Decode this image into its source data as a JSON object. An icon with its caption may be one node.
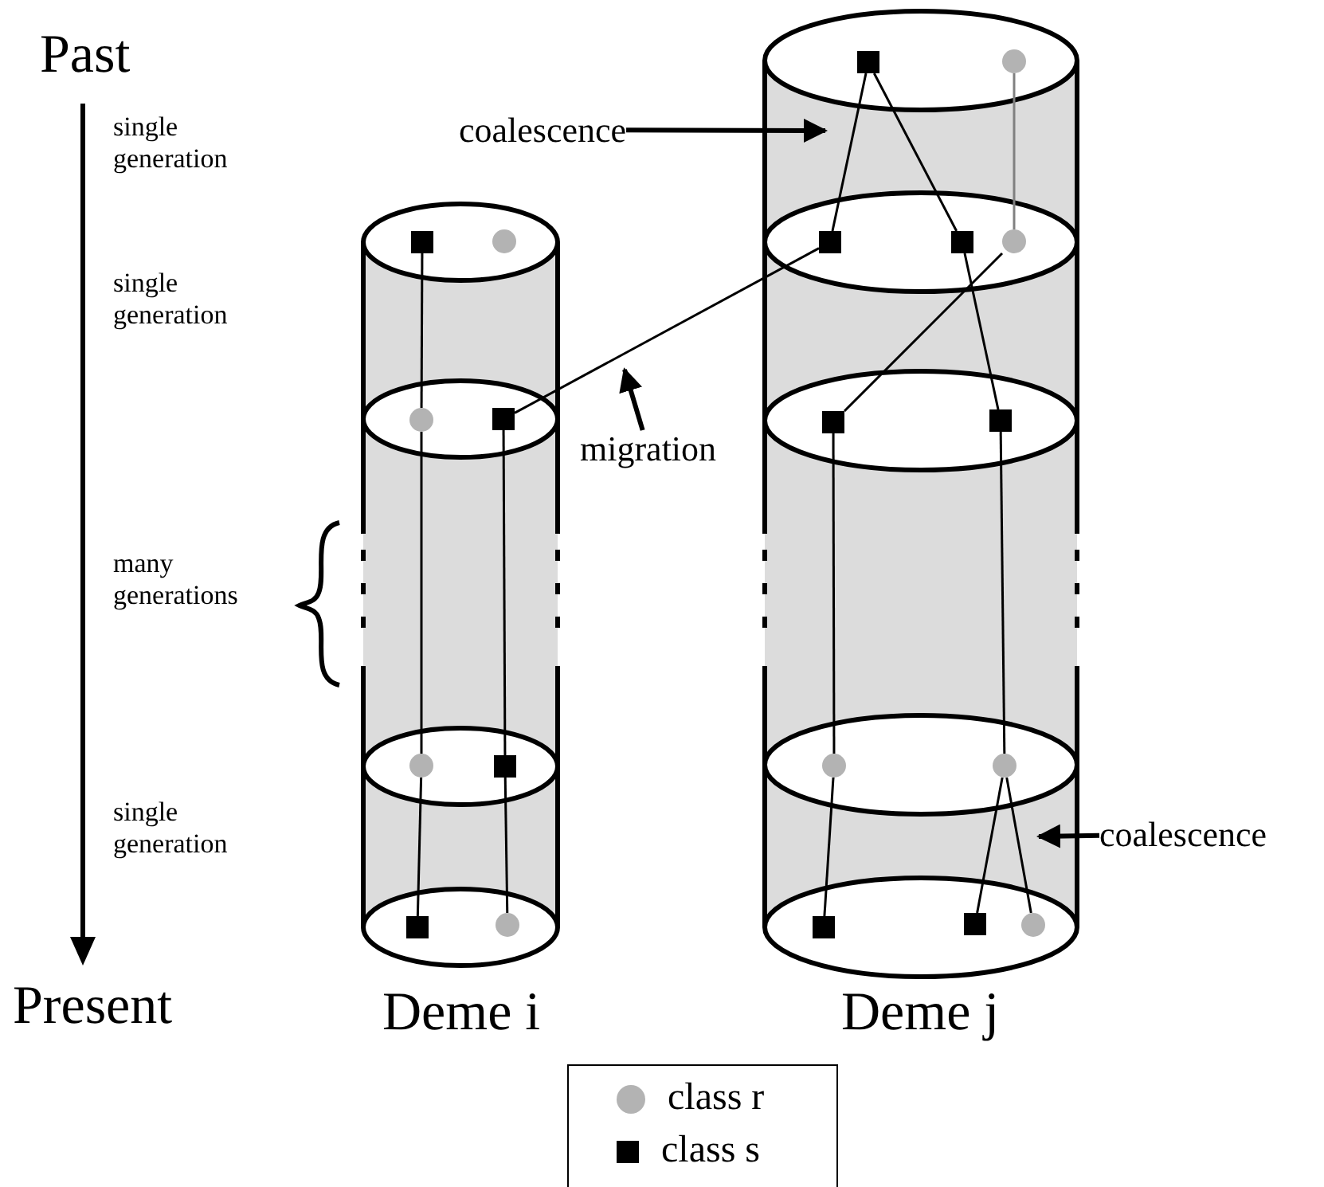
{
  "diagram": {
    "nodes": [
      {
        "text": [],
        "shape": "box"
      },
      {
        "text": [],
        "shape": "circle"
      },
      {
        "text": [],
        "shape": "box"
      },
      {
        "text": [],
        "shape": "circle"
      },
      {
        "text": [],
        "shape": "box"
      },
      {
        "text": [],
        "shape": "box"
      },
      {
        "text": [],
        "shape": "circle"
      },
      {
        "text": [],
        "shape": "circle"
      },
      {
        "text": [],
        "shape": "box"
      },
      {
        "text": [],
        "shape": "box"
      },
      {
        "text": [],
        "shape": "box"
      },
      {
        "text": [],
        "shape": "circle"
      },
      {
        "text": [],
        "shape": "box"
      },
      {
        "text": [],
        "shape": "circle"
      },
      {
        "text": [],
        "shape": "circle"
      },
      {
        "text": [],
        "shape": "box"
      },
      {
        "text": [],
        "shape": "circle"
      },
      {
        "text": [],
        "shape": "box"
      },
      {
        "text": [],
        "shape": "box"
      },
      {
        "text": [],
        "shape": "circle"
      },
      {
        "text": [
          "coalescence"
        ]
      },
      {
        "text": [
          "migration"
        ]
      },
      {
        "text": [
          "coalescence"
        ]
      }
    ],
    "edges": [
      {
        "from": 0,
        "to": 4,
        "arrow": "none"
      },
      {
        "from": 0,
        "to": 5,
        "arrow": "none"
      },
      {
        "from": 1,
        "to": 6,
        "arrow": "none",
        "color": "#808080"
      },
      {
        "from": 2,
        "to": 7,
        "arrow": "none"
      },
      {
        "from": 7,
        "to": 11,
        "arrow": "none"
      },
      {
        "from": 11,
        "to": 15,
        "arrow": "none"
      },
      {
        "from": 8,
        "to": 12,
        "arrow": "none"
      },
      {
        "from": 12,
        "to": 16,
        "arrow": "none"
      },
      {
        "from": 8,
        "to": 4,
        "arrow": "none"
      },
      {
        "from": 6,
        "to": 9,
        "arrow": "none"
      },
      {
        "from": 5,
        "to": 10,
        "arrow": "none"
      },
      {
        "from": 9,
        "to": 13,
        "arrow": "none"
      },
      {
        "from": 13,
        "to": 17,
        "arrow": "none"
      },
      {
        "from": 10,
        "to": 14,
        "arrow": "none"
      },
      {
        "from": 14,
        "to": 18,
        "arrow": "none"
      },
      {
        "from": 14,
        "to": 19,
        "arrow": "none"
      },
      {
        "from": 20,
        "to": null,
        "arrow": "to",
        "style": "thick"
      },
      {
        "from": 21,
        "to": null,
        "arrow": "to",
        "style": "thick"
      },
      {
        "from": 22,
        "to": null,
        "arrow": "to",
        "style": "thick"
      }
    ],
    "labels": [
      "Past",
      "single generation",
      "single generation",
      "many generations",
      "single generation",
      "Present",
      "Deme i",
      "Deme j"
    ],
    "legend": [
      {
        "text": "class r",
        "color": "#b3b3b3"
      },
      {
        "text": "class s",
        "color": "#000000"
      }
    ]
  }
}
